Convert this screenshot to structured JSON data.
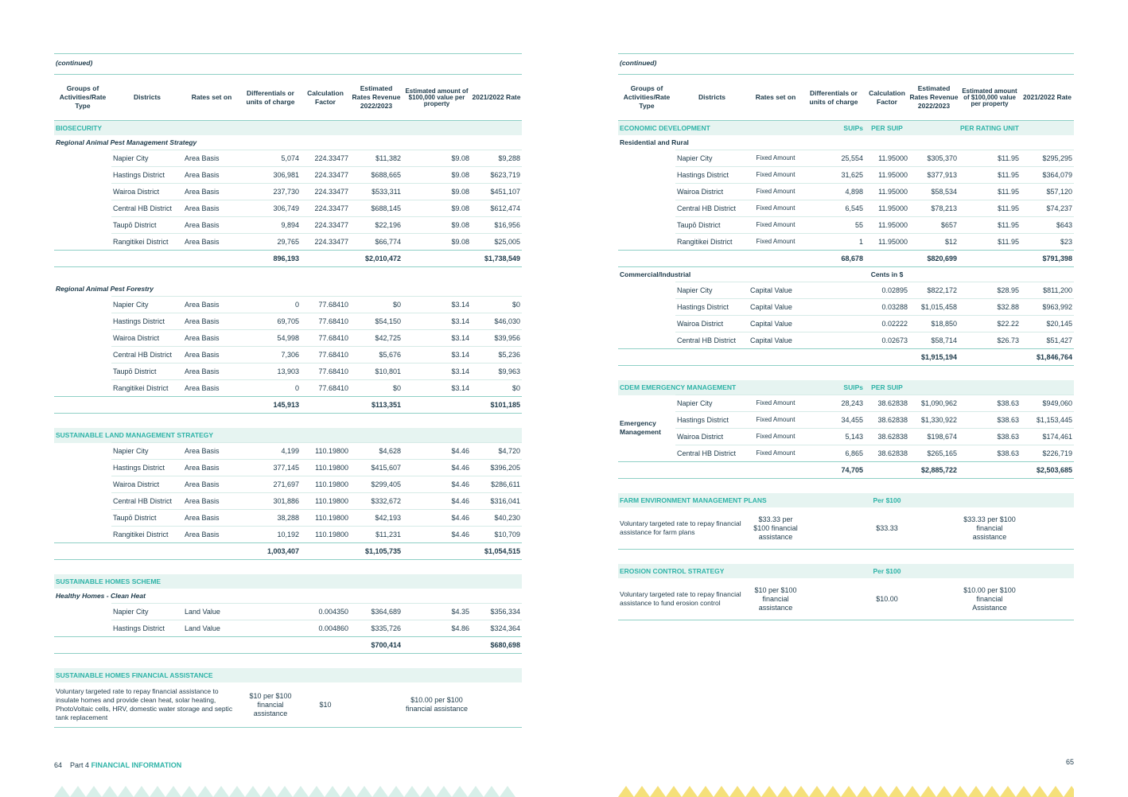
{
  "left": {
    "continued": "(continued)",
    "headers": [
      "Groups of Activities/Rate Type",
      "Districts",
      "Rates set on",
      "Differentials or units of charge",
      "Calculation Factor",
      "Estimated Rates Revenue 2022/2023",
      "Estimated amount of $100,000 value per property",
      "2021/2022 Rate"
    ],
    "biosecurity_title": "BIOSECURITY",
    "ramps": {
      "title": "Regional Animal Pest Management Strategy",
      "rows": [
        [
          "Napier City",
          "Area Basis",
          "5,074",
          "224.33477",
          "$11,382",
          "$9.08",
          "$9,288"
        ],
        [
          "Hastings District",
          "Area Basis",
          "306,981",
          "224.33477",
          "$688,665",
          "$9.08",
          "$623,719"
        ],
        [
          "Wairoa District",
          "Area Basis",
          "237,730",
          "224.33477",
          "$533,311",
          "$9.08",
          "$451,107"
        ],
        [
          "Central HB District",
          "Area Basis",
          "306,749",
          "224.33477",
          "$688,145",
          "$9.08",
          "$612,474"
        ],
        [
          "Taupō District",
          "Area Basis",
          "9,894",
          "224.33477",
          "$22,196",
          "$9.08",
          "$16,956"
        ],
        [
          "Rangitikei District",
          "Area Basis",
          "29,765",
          "224.33477",
          "$66,774",
          "$9.08",
          "$25,005"
        ]
      ],
      "total": [
        "896,193",
        "$2,010,472",
        "$1,738,549"
      ]
    },
    "forestry": {
      "title": "Regional Animal Pest Forestry",
      "rows": [
        [
          "Napier City",
          "Area Basis",
          "0",
          "77.68410",
          "$0",
          "$3.14",
          "$0"
        ],
        [
          "Hastings District",
          "Area Basis",
          "69,705",
          "77.68410",
          "$54,150",
          "$3.14",
          "$46,030"
        ],
        [
          "Wairoa District",
          "Area Basis",
          "54,998",
          "77.68410",
          "$42,725",
          "$3.14",
          "$39,956"
        ],
        [
          "Central HB District",
          "Area Basis",
          "7,306",
          "77.68410",
          "$5,676",
          "$3.14",
          "$5,236"
        ],
        [
          "Taupō District",
          "Area Basis",
          "13,903",
          "77.68410",
          "$10,801",
          "$3.14",
          "$9,963"
        ],
        [
          "Rangitikei District",
          "Area Basis",
          "0",
          "77.68410",
          "$0",
          "$3.14",
          "$0"
        ]
      ],
      "total": [
        "145,913",
        "$113,351",
        "$101,185"
      ]
    },
    "slms": {
      "title": "SUSTAINABLE LAND MANAGEMENT STRATEGY",
      "rows": [
        [
          "Napier City",
          "Area Basis",
          "4,199",
          "110.19800",
          "$4,628",
          "$4.46",
          "$4,720"
        ],
        [
          "Hastings District",
          "Area Basis",
          "377,145",
          "110.19800",
          "$415,607",
          "$4.46",
          "$396,205"
        ],
        [
          "Wairoa District",
          "Area Basis",
          "271,697",
          "110.19800",
          "$299,405",
          "$4.46",
          "$286,611"
        ],
        [
          "Central HB District",
          "Area Basis",
          "301,886",
          "110.19800",
          "$332,672",
          "$4.46",
          "$316,041"
        ],
        [
          "Taupō District",
          "Area Basis",
          "38,288",
          "110.19800",
          "$42,193",
          "$4.46",
          "$40,230"
        ],
        [
          "Rangitikei District",
          "Area Basis",
          "10,192",
          "110.19800",
          "$11,231",
          "$4.46",
          "$10,709"
        ]
      ],
      "total": [
        "1,003,407",
        "$1,105,735",
        "$1,054,515"
      ]
    },
    "shs": {
      "title": "SUSTAINABLE HOMES SCHEME",
      "subtitle": "Healthy Homes - Clean Heat",
      "rows": [
        [
          "Napier City",
          "Land Value",
          "",
          "0.004350",
          "$364,689",
          "$4.35",
          "$356,334"
        ],
        [
          "Hastings District",
          "Land Value",
          "",
          "0.004860",
          "$335,726",
          "$4.86",
          "$324,364"
        ]
      ],
      "total": [
        "$700,414",
        "$680,698"
      ]
    },
    "shfa": {
      "title": "SUSTAINABLE HOMES FINANCIAL ASSISTANCE",
      "desc": "Voluntary targeted rate to repay financial assistance to insulate homes and provide clean heat, solar heating, PhotoVoltaic cells, HRV, domestic water storage and septic tank replacement",
      "diff": "$10 per $100 financial assistance",
      "factor": "$10",
      "amount": "$10.00 per $100 financial assistance"
    },
    "footer_page": "64",
    "footer_part": "Part 4",
    "footer_section": "FINANCIAL INFORMATION"
  },
  "right": {
    "continued": "(continued)",
    "headers": [
      "Groups of Activities/Rate Type",
      "Districts",
      "Rates set on",
      "Differentials or units of charge",
      "Calculation Factor",
      "Estimated Rates Revenue 2022/2023",
      "Estimated amount of $100,000 value per property",
      "2021/2022 Rate"
    ],
    "econ": {
      "title": "ECONOMIC DEVELOPMENT",
      "col_suips": "SUIPs",
      "col_persuip": "PER SUIP",
      "col_perrating": "PER RATING UNIT",
      "res_title": "Residential and Rural",
      "rows": [
        [
          "Napier City",
          "Fixed Amount",
          "25,554",
          "11.95000",
          "$305,370",
          "$11.95",
          "$295,295"
        ],
        [
          "Hastings District",
          "Fixed Amount",
          "31,625",
          "11.95000",
          "$377,913",
          "$11.95",
          "$364,079"
        ],
        [
          "Wairoa District",
          "Fixed Amount",
          "4,898",
          "11.95000",
          "$58,534",
          "$11.95",
          "$57,120"
        ],
        [
          "Central HB District",
          "Fixed Amount",
          "6,545",
          "11.95000",
          "$78,213",
          "$11.95",
          "$74,237"
        ],
        [
          "Taupō District",
          "Fixed Amount",
          "55",
          "11.95000",
          "$657",
          "$11.95",
          "$643"
        ],
        [
          "Rangitikei District",
          "Fixed Amount",
          "1",
          "11.95000",
          "$12",
          "$11.95",
          "$23"
        ]
      ],
      "res_total": [
        "68,678",
        "$820,699",
        "$791,398"
      ],
      "com_title": "Commercial/Industrial",
      "com_cents": "Cents in $",
      "com_rows": [
        [
          "Napier City",
          "Capital Value",
          "",
          "0.02895",
          "$822,172",
          "$28.95",
          "$811,200"
        ],
        [
          "Hastings District",
          "Capital Value",
          "",
          "0.03288",
          "$1,015,458",
          "$32.88",
          "$963,992"
        ],
        [
          "Wairoa District",
          "Capital Value",
          "",
          "0.02222",
          "$18,850",
          "$22.22",
          "$20,145"
        ],
        [
          "Central HB District",
          "Capital Value",
          "",
          "0.02673",
          "$58,714",
          "$26.73",
          "$51,427"
        ]
      ],
      "com_total": [
        "$1,915,194",
        "$1,846,764"
      ]
    },
    "cdem": {
      "title": "CDEM EMERGENCY MANAGEMENT",
      "col_suips": "SUIPs",
      "col_persuip": "PER SUIP",
      "group": "Emergency Management",
      "rows": [
        [
          "Napier City",
          "Fixed Amount",
          "28,243",
          "38.62838",
          "$1,090,962",
          "$38.63",
          "$949,060"
        ],
        [
          "Hastings District",
          "Fixed Amount",
          "34,455",
          "38.62838",
          "$1,330,922",
          "$38.63",
          "$1,153,445"
        ],
        [
          "Wairoa District",
          "Fixed Amount",
          "5,143",
          "38.62838",
          "$198,674",
          "$38.63",
          "$174,461"
        ],
        [
          "Central HB District",
          "Fixed Amount",
          "6,865",
          "38.62838",
          "$265,165",
          "$38.63",
          "$226,719"
        ]
      ],
      "total": [
        "74,705",
        "$2,885,722",
        "$2,503,685"
      ]
    },
    "femp": {
      "title": "FARM ENVIRONMENT MANAGEMENT PLANS",
      "per": "Per $100",
      "desc": "Voluntary targeted rate to repay financial assistance for farm plans",
      "diff": "$33.33 per $100 financial assistance",
      "factor": "$33.33",
      "amount": "$33.33 per $100 financial assistance"
    },
    "ecs": {
      "title": "EROSION CONTROL STRATEGY",
      "per": "Per $100",
      "desc": "Voluntary targeted rate to repay financial assistance to fund erosion control",
      "diff": "$10 per $100 financial assistance",
      "factor": "$10.00",
      "amount": "$10.00 per $100 financial Assistance"
    },
    "footer_page": "65"
  },
  "colors": {
    "teal": "#2eb3a7",
    "section_bg": "#e6f4f1",
    "text": "#1d3a4a",
    "zig_left": "#d8efe9",
    "zig_right": "#f5e07a"
  }
}
